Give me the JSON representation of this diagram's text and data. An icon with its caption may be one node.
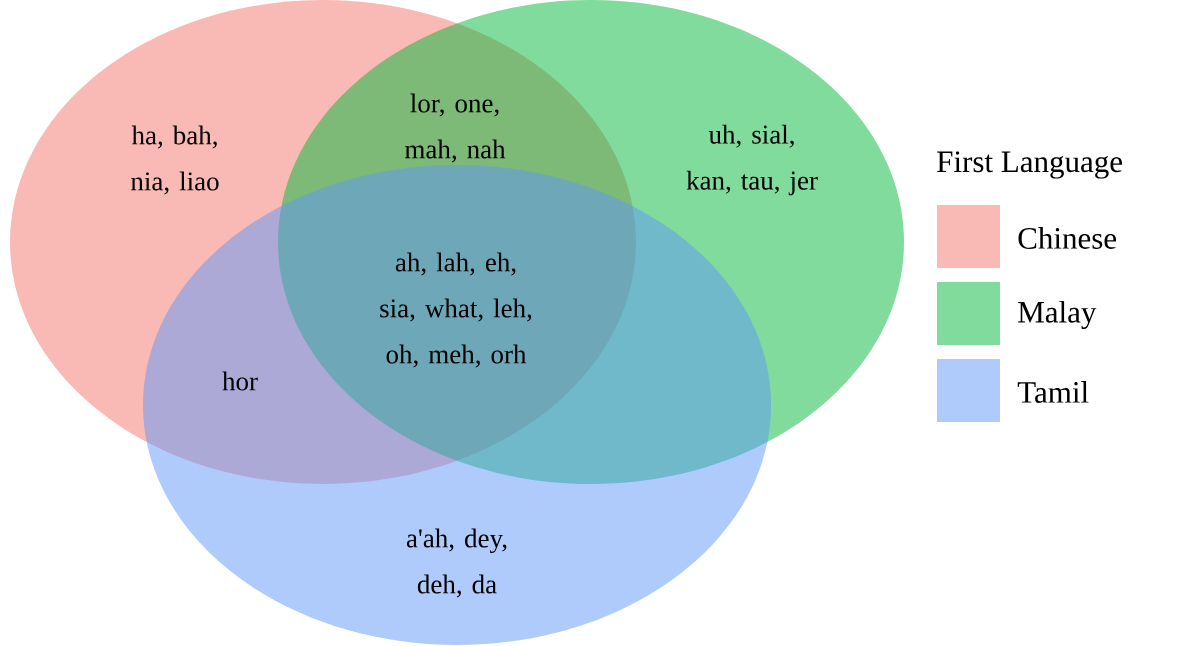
{
  "diagram": {
    "nodes": [
      {
        "text": [],
        "shape": "ellipse"
      },
      {
        "text": [],
        "shape": "ellipse"
      },
      {
        "text": [],
        "shape": "ellipse"
      }
    ],
    "labels": [
      "ha, bah, nia, liao",
      "lor, one, mah, nah",
      "uh, sial, kan, tau, jer",
      "ah, lah, eh, sia, what, leh, oh, meh, orh",
      "hor",
      "a'ah, dey, deh, da",
      "First Language"
    ],
    "legend": [
      {
        "text": "Chinese",
        "color": "#f9bab5"
      },
      {
        "text": "Malay",
        "color": "#80db9c"
      },
      {
        "text": "Tamil",
        "color": "#afcbfc"
      }
    ]
  }
}
